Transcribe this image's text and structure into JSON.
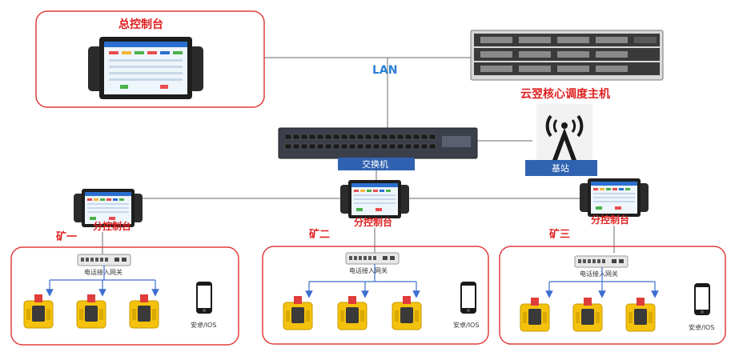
{
  "main_console": {
    "label": "总控制台"
  },
  "network": {
    "lan_label": "LAN"
  },
  "server": {
    "label": "云翌核心调度主机"
  },
  "switch": {
    "label": "交换机"
  },
  "base_station": {
    "label": "基站"
  },
  "mines": [
    {
      "name": "矿一",
      "console_label": "分控制台",
      "gateway_label": "电话接入网关",
      "phone_label": "安卓/IOS"
    },
    {
      "name": "矿二",
      "console_label": "分控制台",
      "gateway_label": "电话接入网关",
      "phone_label": "安卓/IOS"
    },
    {
      "name": "矿三",
      "console_label": "分控制台",
      "gateway_label": "电话接入网关",
      "phone_label": "安卓/IOS"
    }
  ],
  "colors": {
    "frame": "#e03c3c",
    "accent_blue": "#2f62b0",
    "link": "#3d6fd0",
    "phone_yellow": "#f4c20d"
  }
}
